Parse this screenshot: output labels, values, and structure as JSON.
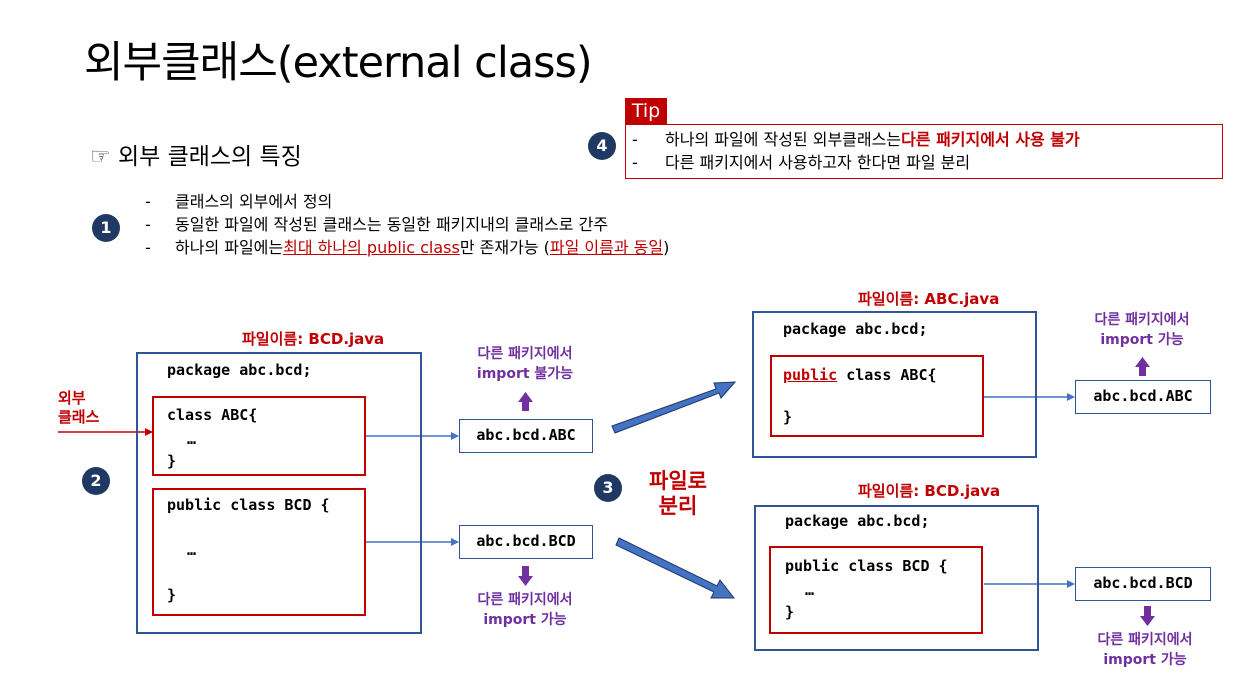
{
  "title": "외부클래스(external class)",
  "section": {
    "icon": "pointing-hand-icon",
    "icon_glyph": "☞",
    "label": "외부 클래스의 특징"
  },
  "badges": {
    "one": "1",
    "two": "2",
    "three": "3",
    "four": "4"
  },
  "bullets": {
    "dash": "-",
    "b1": "클래스의 외부에서 정의",
    "b2": "동일한 파일에 작성된 클래스는 동일한 패키지내의 클래스로 간주",
    "b3_pre": "하나의 파일에는 ",
    "b3_red": "최대 하나의 public class",
    "b3_mid": "만 존재가능 (",
    "b3_red2": "파일 이름과 동일",
    "b3_post": ")"
  },
  "tip": {
    "tab": "Tip",
    "dash": "-",
    "l1_pre": "하나의 파일에 작성된 외부클래스는 ",
    "l1_strong": "다른 패키지에서 사용 불가",
    "l2": "다른 패키지에서 사용하고자 한다면 파일 분리"
  },
  "left_file": {
    "label": "파일이름: BCD.java",
    "package": "package abc.bcd;",
    "class1_head": "class ABC{",
    "class1_body": "…",
    "class1_close": "}",
    "class2_head": "public class BCD {",
    "class2_body": "…",
    "class2_close": "}"
  },
  "side_label": {
    "l1": "외부",
    "l2": "클래스"
  },
  "left_refs": {
    "abc": "abc.bcd.ABC",
    "bcd": "abc.bcd.BCD",
    "abc_note_l1": "다른 패키지에서",
    "abc_note_l2": "import 불가능",
    "bcd_note_l1": "다른 패키지에서",
    "bcd_note_l2": "import 가능"
  },
  "separate": {
    "l1": "파일로",
    "l2": "분리"
  },
  "right_top_file": {
    "label": "파일이름: ABC.java",
    "package": "package abc.bcd;",
    "class_kw": "public",
    "class_rest": " class ABC{",
    "class_close": "}",
    "ref": "abc.bcd.ABC",
    "note_l1": "다른 패키지에서",
    "note_l2": "import 가능"
  },
  "right_bottom_file": {
    "label": "파일이름: BCD.java",
    "package": "package abc.bcd;",
    "class_head": "public class BCD {",
    "class_body": "…",
    "class_close": "}",
    "ref": "abc.bcd.BCD",
    "note_l1": "다른 패키지에서",
    "note_l2": "import 가능"
  },
  "colors": {
    "red": "#c00000",
    "navy": "#1f3864",
    "blue": "#2f5597",
    "arrow_blue": "#4472c4",
    "purple": "#7030a0"
  }
}
